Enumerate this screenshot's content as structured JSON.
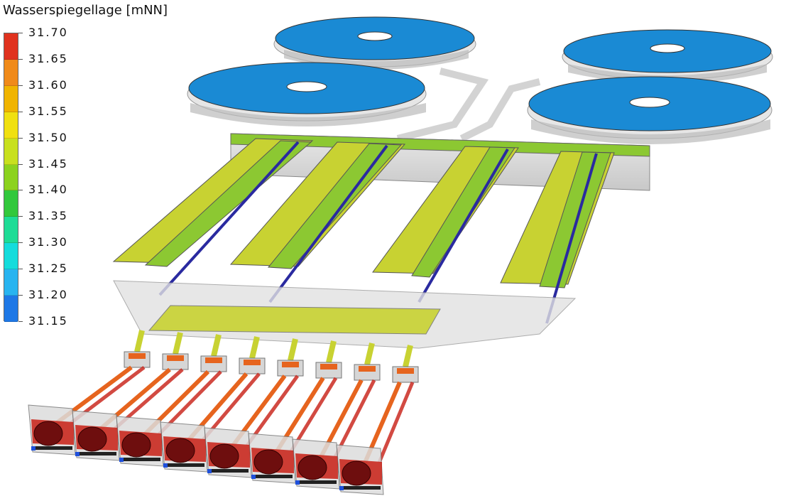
{
  "legend": {
    "title": "Wasserspiegellage  [mNN]",
    "ticks": [
      "31.70",
      "31.65",
      "31.60",
      "31.55",
      "31.50",
      "31.45",
      "31.40",
      "31.35",
      "31.30",
      "31.25",
      "31.20",
      "31.15"
    ],
    "colors": [
      "#e0321e",
      "#f08a1a",
      "#f0b400",
      "#f0e010",
      "#c8e01e",
      "#8cd21e",
      "#32c83c",
      "#1edc96",
      "#14dcdc",
      "#28b4f0",
      "#1e78e6",
      "#1432dc"
    ]
  },
  "scene_colors": {
    "basin_top": "#1a8ad4",
    "basin_rim": "#e6e6e6",
    "channel_fill": "#c8d232",
    "channel_green": "#8cc832",
    "return_pipe": "#2a2aa0",
    "outlet_red": "#c81e14",
    "outlet_dark": "#6e0e0e",
    "pipe_orange": "#e6641e",
    "shell": "#d2d2d2"
  }
}
